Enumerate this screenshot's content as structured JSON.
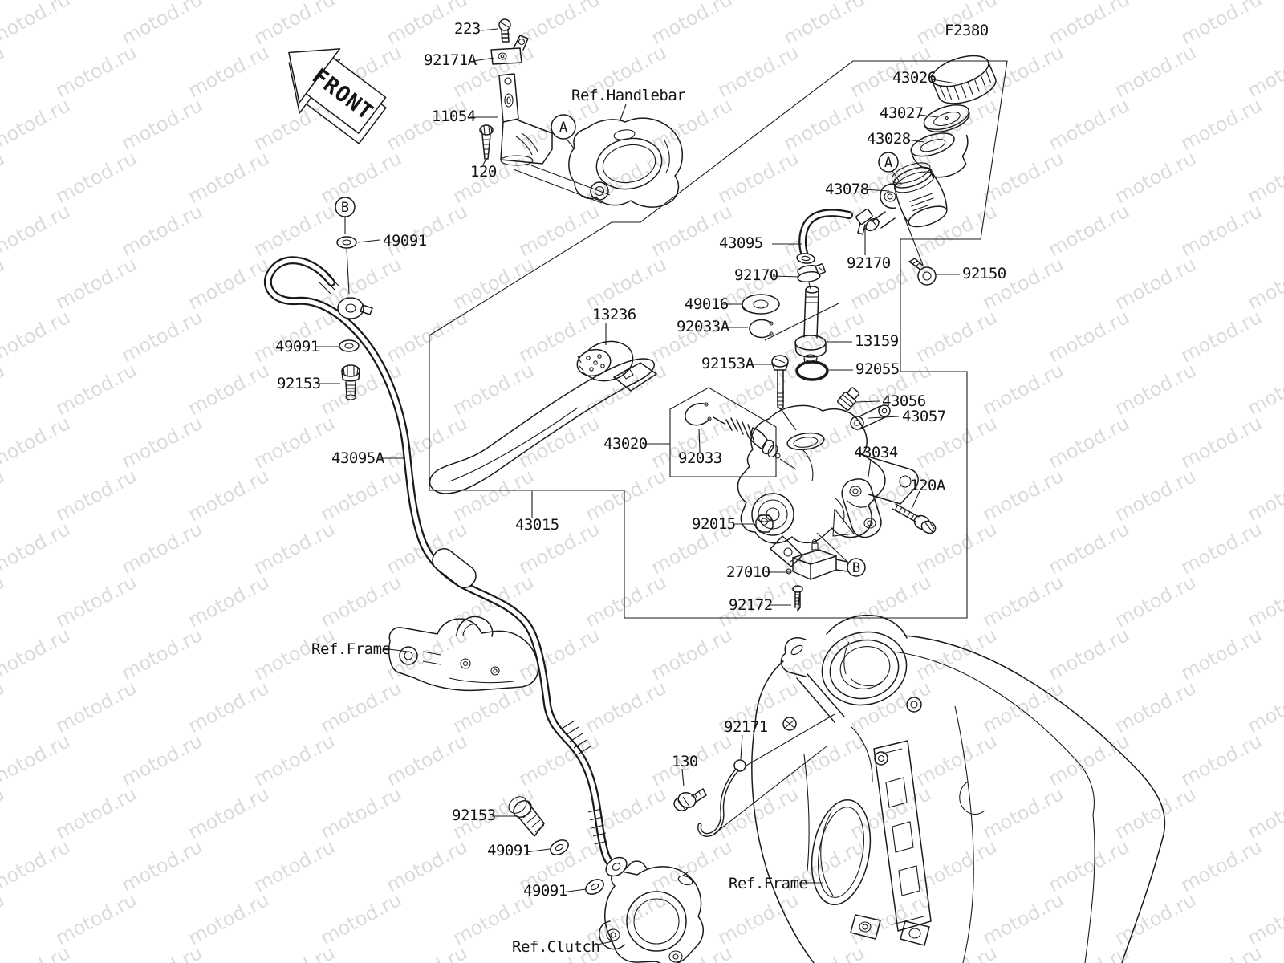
{
  "diagram": {
    "watermark": {
      "text": "motod.ru",
      "color": "#b9b9b9"
    },
    "colors": {
      "line": "#1a1a1a",
      "background": "#ffffff",
      "watermark": "#b9b9b9"
    },
    "front_arrow": {
      "label": "FRONT"
    },
    "page_code": "F2380",
    "markers": [
      {
        "label": "A"
      },
      {
        "label": "A"
      },
      {
        "label": "B"
      },
      {
        "label": "B"
      }
    ],
    "labels": [
      {
        "id": "223",
        "text": "223"
      },
      {
        "id": "92171A",
        "text": "92171A"
      },
      {
        "id": "11054",
        "text": "11054"
      },
      {
        "id": "120",
        "text": "120"
      },
      {
        "id": "ref-handlebar",
        "text": "Ref.Handlebar"
      },
      {
        "id": "page-code",
        "text": "F2380"
      },
      {
        "id": "43026",
        "text": "43026"
      },
      {
        "id": "43027",
        "text": "43027"
      },
      {
        "id": "43028",
        "text": "43028"
      },
      {
        "id": "43078",
        "text": "43078"
      },
      {
        "id": "43095",
        "text": "43095"
      },
      {
        "id": "92170-upper",
        "text": "92170"
      },
      {
        "id": "92170-lower",
        "text": "92170"
      },
      {
        "id": "92150",
        "text": "92150"
      },
      {
        "id": "49016",
        "text": "49016"
      },
      {
        "id": "92033A",
        "text": "92033A"
      },
      {
        "id": "13159",
        "text": "13159"
      },
      {
        "id": "92153A",
        "text": "92153A"
      },
      {
        "id": "92055",
        "text": "92055"
      },
      {
        "id": "13236",
        "text": "13236"
      },
      {
        "id": "43056",
        "text": "43056"
      },
      {
        "id": "43057",
        "text": "43057"
      },
      {
        "id": "43020",
        "text": "43020"
      },
      {
        "id": "92033",
        "text": "92033"
      },
      {
        "id": "43034",
        "text": "43034"
      },
      {
        "id": "120A",
        "text": "120A"
      },
      {
        "id": "43015",
        "text": "43015"
      },
      {
        "id": "92015",
        "text": "92015"
      },
      {
        "id": "27010",
        "text": "27010"
      },
      {
        "id": "92172",
        "text": "92172"
      },
      {
        "id": "49091-top",
        "text": "49091"
      },
      {
        "id": "49091-left",
        "text": "49091"
      },
      {
        "id": "92153-left",
        "text": "92153"
      },
      {
        "id": "43095A",
        "text": "43095A"
      },
      {
        "id": "ref-frame-upper",
        "text": "Ref.Frame"
      },
      {
        "id": "92153-bottom",
        "text": "92153"
      },
      {
        "id": "49091-bottom1",
        "text": "49091"
      },
      {
        "id": "49091-bottom2",
        "text": "49091"
      },
      {
        "id": "ref-clutch",
        "text": "Ref.Clutch"
      },
      {
        "id": "92171",
        "text": "92171"
      },
      {
        "id": "130",
        "text": "130"
      },
      {
        "id": "ref-frame-lower",
        "text": "Ref.Frame"
      }
    ]
  }
}
